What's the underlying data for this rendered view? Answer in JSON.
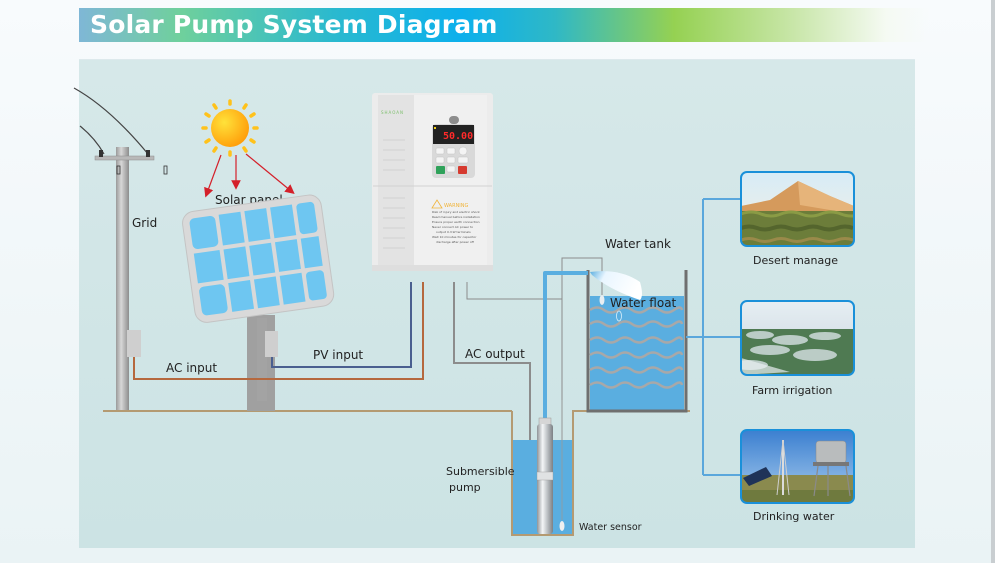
{
  "header": {
    "title": "Solar Pump System Diagram"
  },
  "labels": {
    "grid": "Grid",
    "solar_panel": "Solar panel",
    "ac_input": "AC input",
    "pv_input": "PV input",
    "ac_output": "AC output",
    "water_tank": "Water tank",
    "water_float": "Water float",
    "submersible_pump_line1": "Submersible",
    "submersible_pump_line2": "pump",
    "water_sensor": "Water sensor"
  },
  "inverter": {
    "brand": "SHAOAN",
    "display_value": "50.00",
    "warning_title": "WARNING",
    "warning_lines": [
      "Risk of injury and electric shock",
      "Read manual before installation",
      "Ensure proper earth connection",
      "Never connect AC power to",
      "output U.V.W terminals",
      "Wait 10 minutes for capacitor",
      "discharge after power off"
    ]
  },
  "applications": [
    {
      "label": "Desert manage",
      "icon": "desert-photo"
    },
    {
      "label": "Farm irrigation",
      "icon": "irrigation-photo"
    },
    {
      "label": "Drinking water",
      "icon": "water-tower-photo"
    }
  ],
  "colors": {
    "ac_input_wire": "#b5683e",
    "pv_input_wire": "#4a5f8f",
    "ac_output_wire": "#8c8c8c",
    "water_pipe": "#5aaee0",
    "water": "#5aaee0",
    "arrow": "#d4202a",
    "app_frame": "#1a90d9",
    "ground": "#b49a72"
  }
}
